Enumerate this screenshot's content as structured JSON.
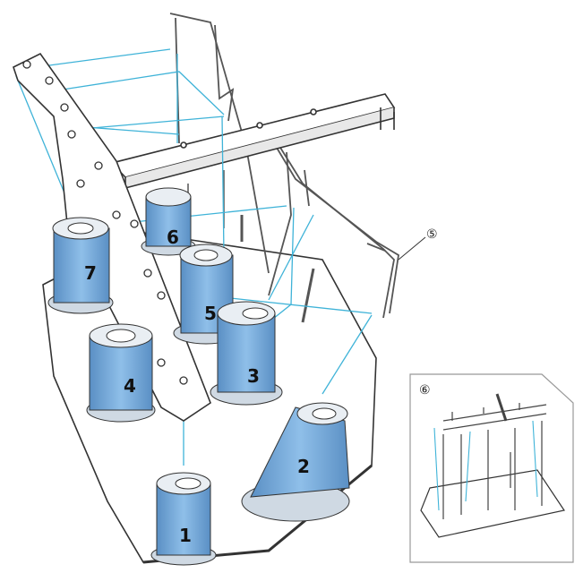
{
  "spools": [
    {
      "label": "1"
    },
    {
      "label": "2"
    },
    {
      "label": "3"
    },
    {
      "label": "4"
    },
    {
      "label": "5"
    },
    {
      "label": "6"
    },
    {
      "label": "7"
    }
  ],
  "callouts": {
    "main": "⑤",
    "inset": "⑥"
  },
  "colors": {
    "spool": "#7fb0df",
    "spool_dark": "#5a8fc4",
    "thread": "#3fb3d8",
    "frame": "#555555",
    "base_fill": "#ffffff"
  }
}
